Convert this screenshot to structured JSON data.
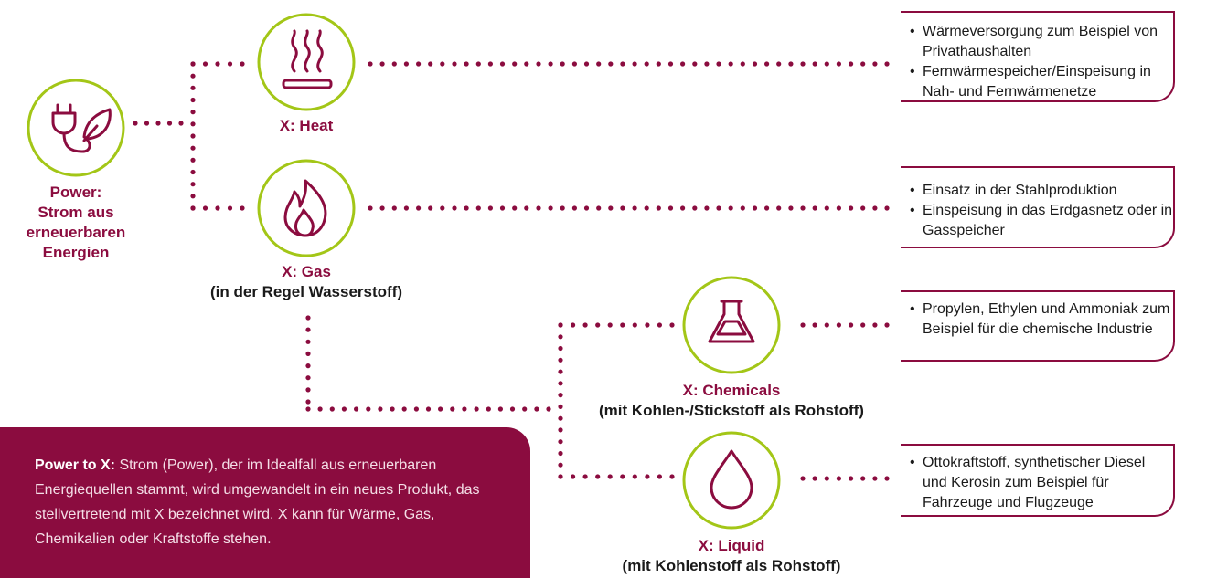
{
  "nodes": {
    "power": {
      "title_lines": [
        "Power:",
        "Strom aus",
        "erneuerbaren",
        "Energien"
      ]
    },
    "heat": {
      "title": "X: Heat"
    },
    "gas": {
      "title": "X: Gas",
      "subtitle": "(in der Regel Wasserstoff)"
    },
    "chemicals": {
      "title": "X: Chemicals",
      "subtitle": "(mit Kohlen-/Stickstoff als Rohstoff)"
    },
    "liquid": {
      "title": "X: Liquid",
      "subtitle": "(mit Kohlenstoff als Rohstoff)"
    }
  },
  "boxes": {
    "heat": [
      "Wärmeversorgung zum Beispiel von Privathaushalten",
      "Fernwärmespeicher/Einspeisung in Nah- und Fernwärmenetze"
    ],
    "gas": [
      "Einsatz in der Stahlproduktion",
      "Einspeisung in das Erdgasnetz oder in Gasspeicher"
    ],
    "chemicals": [
      "Propylen, Ethylen und Ammoniak zum Beispiel für die chemische Industrie"
    ],
    "liquid": [
      "Ottokraftstoff, synthetischer Diesel und Kerosin zum Beispiel für Fahrzeuge und Flugzeuge"
    ]
  },
  "info": {
    "lead": "Power to X:",
    "text": "Strom (Power), der im Idealfall aus erneuerbaren Energiequellen stammt, wird umgewandelt in ein neues Produkt, das stellvertretend mit X bezeichnet wird. X kann für Wärme, Gas, Chemikalien oder Kraftstoffe stehen."
  },
  "colors": {
    "accent": "#8b0c3f",
    "ring": "#a3c617",
    "text": "#1a1a1a"
  },
  "icons": [
    "plug-leaf-icon",
    "heat-icon",
    "flame-icon",
    "flask-icon",
    "drop-icon"
  ]
}
